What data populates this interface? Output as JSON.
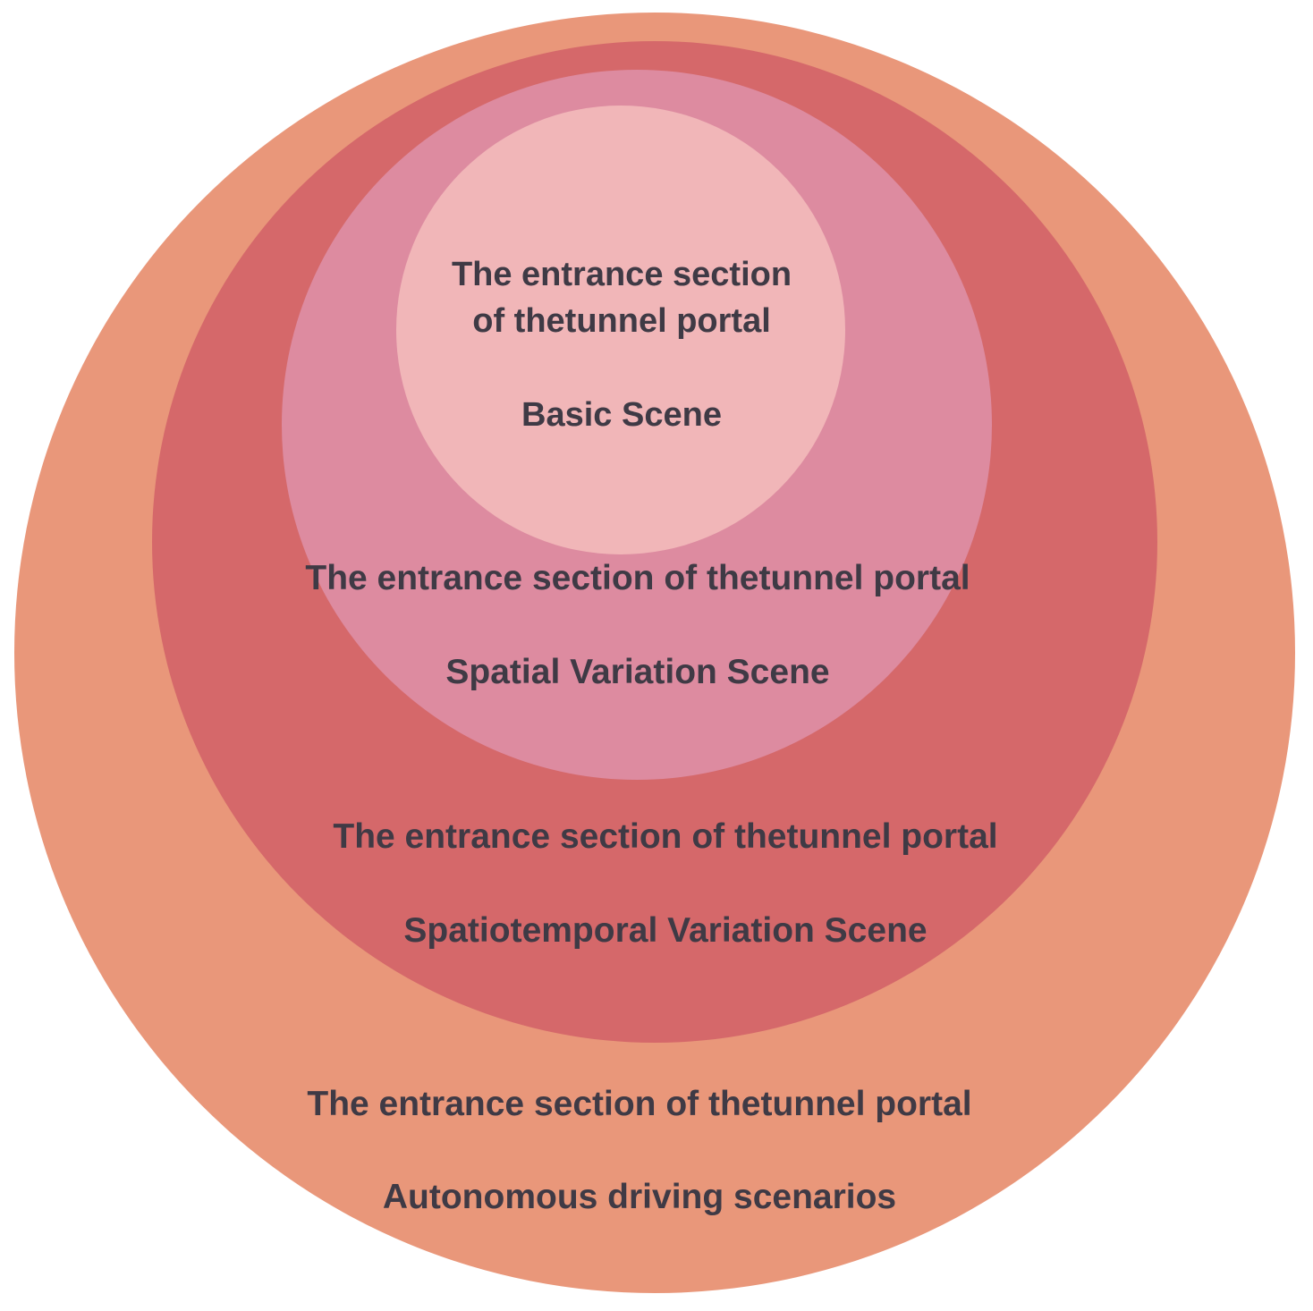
{
  "diagram": {
    "colors": {
      "outer": "#e9977a",
      "second": "#d5686a",
      "third": "#dd8ba0",
      "inner": "#f1b6b8",
      "text": "#3f3a45"
    },
    "layers": [
      {
        "id": "outer",
        "line1": "The entrance section of thetunnel portal",
        "line2": "Autonomous driving scenarios"
      },
      {
        "id": "second",
        "line1": "The entrance section of thetunnel portal",
        "line2": "Spatiotemporal Variation Scene"
      },
      {
        "id": "third",
        "line1": "The entrance section of thetunnel portal",
        "line2": "Spatial Variation Scene"
      },
      {
        "id": "inner",
        "line1a": "The entrance section",
        "line1b": "of thetunnel portal",
        "line2": "Basic Scene"
      }
    ]
  }
}
